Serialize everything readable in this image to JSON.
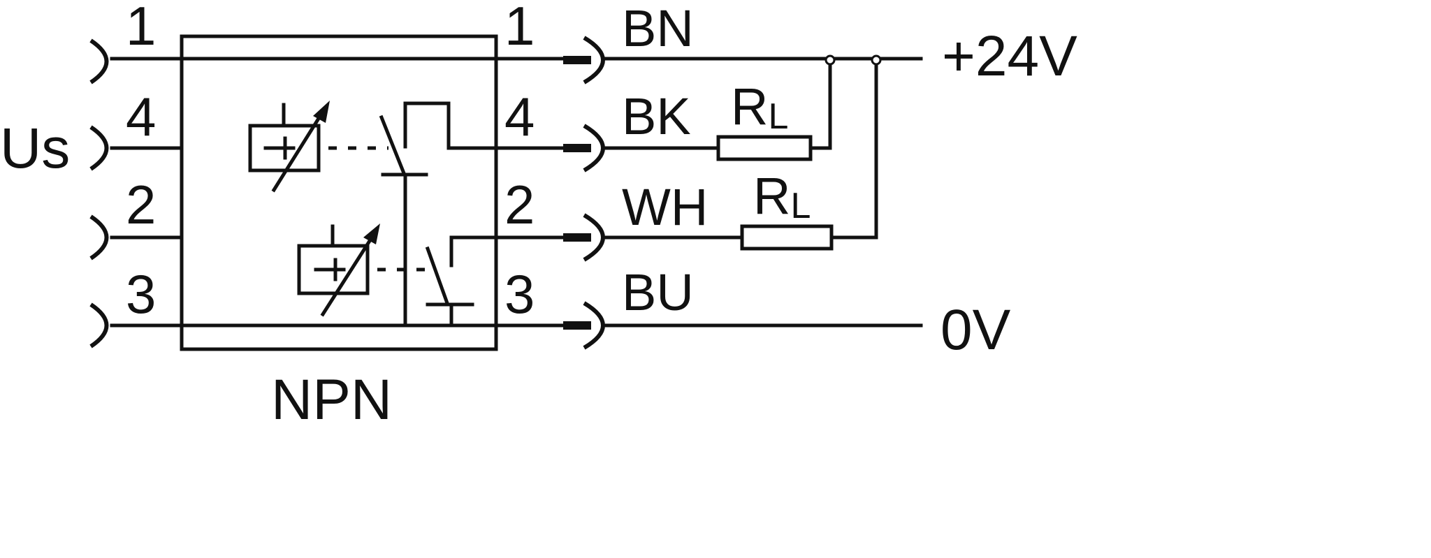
{
  "diagram": {
    "supply_label": "Us",
    "left_pins": [
      "1",
      "4",
      "2",
      "3"
    ],
    "right_pins": [
      "1",
      "4",
      "2",
      "3"
    ],
    "wires": [
      "BN",
      "BK",
      "WH",
      "BU"
    ],
    "resistors": [
      {
        "main": "R",
        "sub": "L"
      },
      {
        "main": "R",
        "sub": "L"
      }
    ],
    "positive_rail": "+24V",
    "ground_rail": "0V",
    "sensor_type": "NPN"
  }
}
